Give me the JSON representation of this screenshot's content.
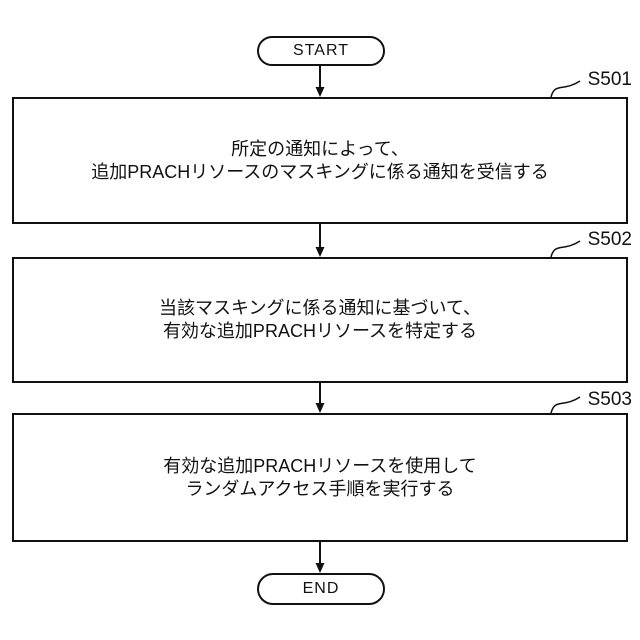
{
  "flowchart": {
    "title": "PRACH resource masking random-access procedure flowchart",
    "start_label": "START",
    "end_label": "END",
    "steps": [
      {
        "id": "S501",
        "lines": [
          "所定の通知によって、",
          "追加PRACHリソースのマスキングに係る通知を受信する"
        ]
      },
      {
        "id": "S502",
        "lines": [
          "当該マスキングに係る通知に基づいて、",
          "有効な追加PRACHリソースを特定する"
        ]
      },
      {
        "id": "S503",
        "lines": [
          "有効な追加PRACHリソースを使用して",
          "ランダムアクセス手順を実行する"
        ]
      }
    ],
    "colors": {
      "line": "#111111",
      "background": "#ffffff"
    }
  }
}
